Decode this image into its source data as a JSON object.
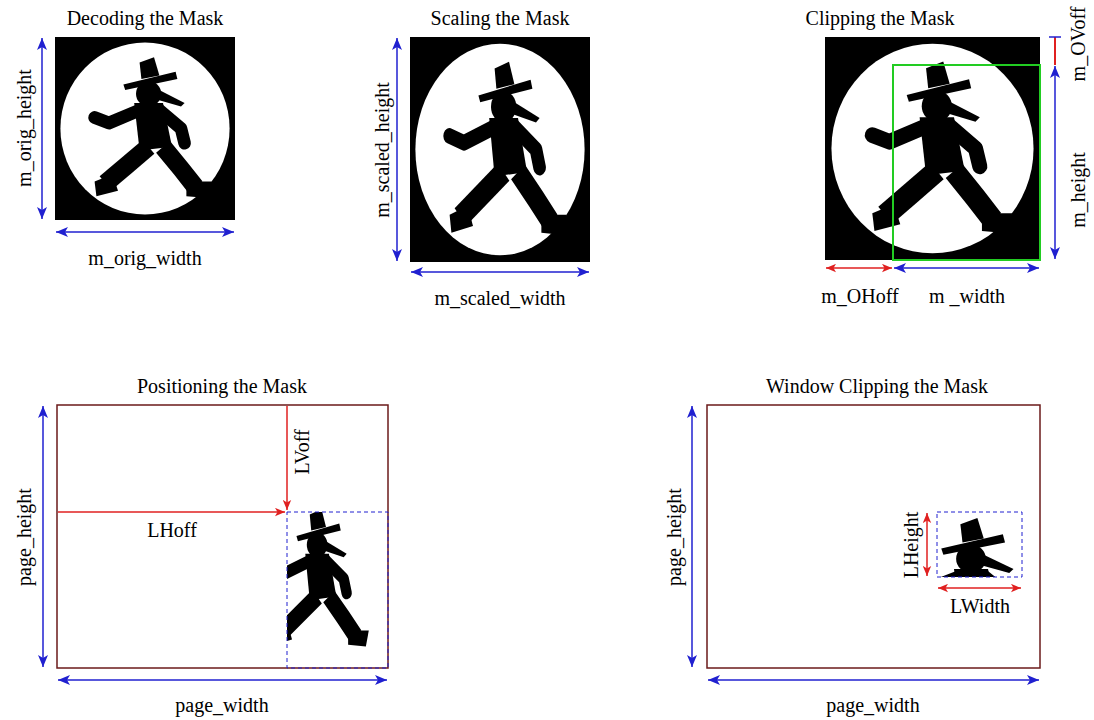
{
  "diagram": {
    "labels": [
      "Decoding the Mask",
      "Scaling the Mask",
      "Clipping the Mask",
      "m_orig_height",
      "m_scaled_height",
      "m_OVoff",
      "m_height",
      "m_orig_width",
      "m_scaled_width",
      "m_OHoff",
      "m _width",
      "Positioning the Mask",
      "Window Clipping the Mask",
      "LVoff",
      "LHoff",
      "page_height",
      "page_height",
      "LHeight",
      "LWidth",
      "page_width",
      "page_width"
    ]
  }
}
